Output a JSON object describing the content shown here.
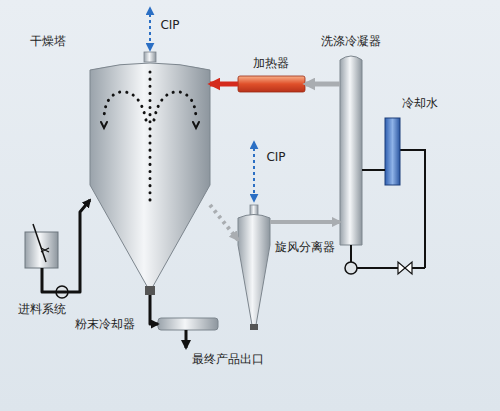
{
  "diagram": {
    "nodes": [
      {
        "text": [
          "干燥塔"
        ]
      },
      {
        "text": [
          "加热器"
        ]
      },
      {
        "text": [
          "洗涤冷凝器"
        ]
      },
      {
        "text": [
          "冷却水"
        ]
      },
      {
        "text": [
          "旋风分离器"
        ]
      },
      {
        "text": [
          "进料系统"
        ]
      },
      {
        "text": [
          "粉末冷却器"
        ]
      }
    ],
    "edges": [
      {
        "from": 2,
        "to": 1,
        "arrow": "to"
      },
      {
        "from": 1,
        "to": 0,
        "arrow": "to"
      },
      {
        "from": 0,
        "to": 4,
        "arrow": "to"
      },
      {
        "from": 4,
        "to": 2,
        "arrow": "to"
      },
      {
        "from": 5,
        "to": 0,
        "arrow": "to"
      },
      {
        "from": 0,
        "to": 6,
        "arrow": "to"
      },
      {
        "from": 3,
        "to": 2,
        "arrow": "none"
      }
    ],
    "labels": [
      "CIP",
      "CIP",
      "最终产品出口"
    ]
  }
}
